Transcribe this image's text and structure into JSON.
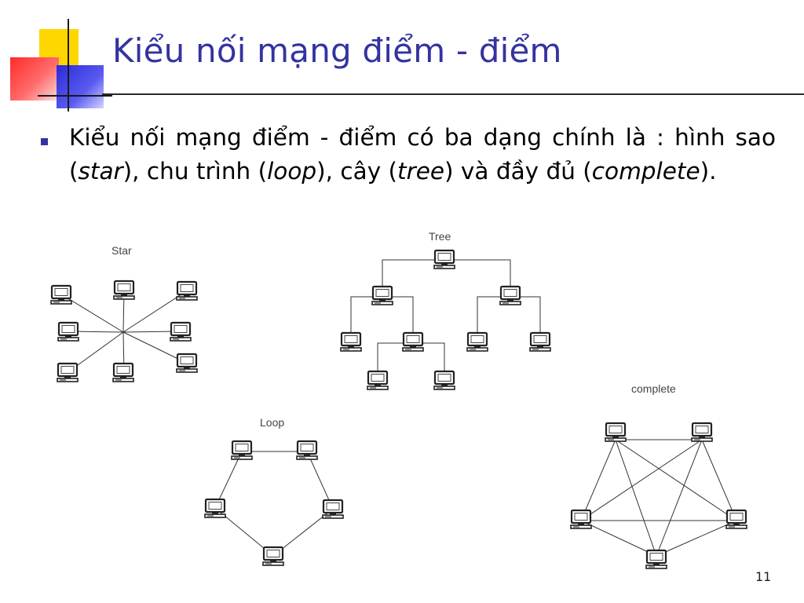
{
  "slide": {
    "title": "Kiểu nối mạng điểm - điểm",
    "bullet": {
      "t1": "Kiểu nối mạng điểm - điểm có ba dạng chính là : hình sao (",
      "i1": "star",
      "t2": "), chu trình (",
      "i2": "loop",
      "t3": "), cây (",
      "i3": "tree",
      "t4": ") và đầy đủ (",
      "i4": "complete",
      "t5": ")."
    },
    "page_number": "11"
  },
  "diagrams": {
    "star": {
      "label": "Star",
      "nodes": [
        "top-left",
        "top-center",
        "top-right",
        "middle-left",
        "middle-right",
        "right-lower",
        "bottom-left",
        "bottom-center"
      ],
      "topology": "all nodes connected to a central hub point"
    },
    "tree": {
      "label": "Tree",
      "levels": [
        1,
        2,
        4,
        2
      ],
      "topology": "hierarchical: root -> 2 children -> 4 grandchildren; second grandchild -> 2 leaves"
    },
    "loop": {
      "label": "Loop",
      "nodes": [
        "top-left",
        "top-right",
        "left",
        "right",
        "bottom"
      ],
      "topology": "ring"
    },
    "complete": {
      "label": "complete",
      "nodes": [
        "top-left",
        "top-right",
        "left",
        "right",
        "bottom"
      ],
      "topology": "fully connected"
    }
  },
  "colors": {
    "title": "#3333a0",
    "bullet": "#3333a0",
    "logo_yellow": "#ffd700",
    "logo_red": "#ff2b2b",
    "logo_blue": "#2a2ad8"
  }
}
